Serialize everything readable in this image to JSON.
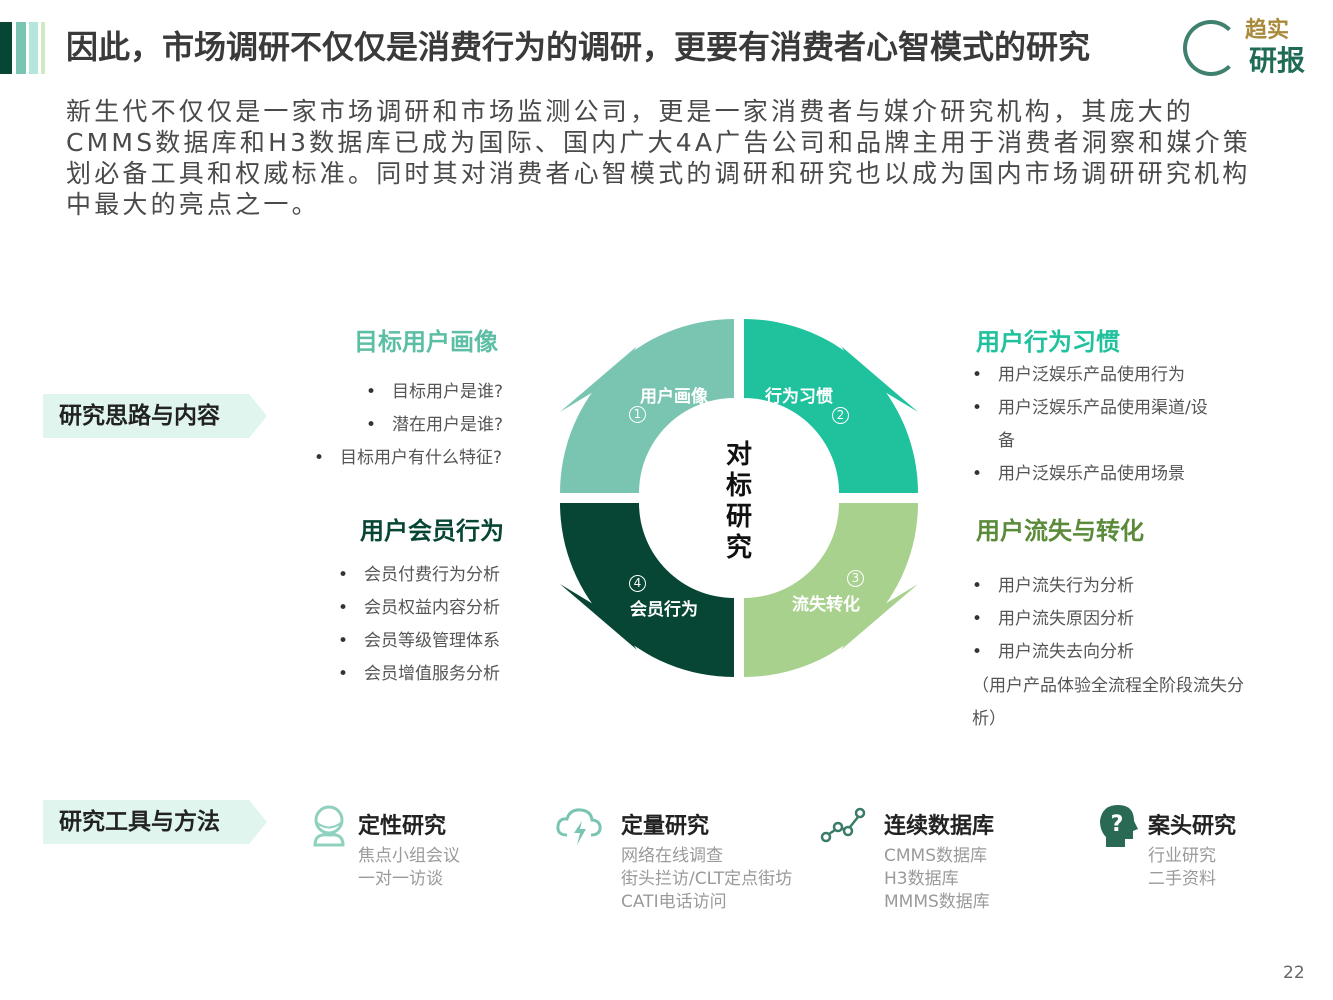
{
  "header": {
    "title": "因此，市场调研不仅仅是消费行为的调研，更要有消费者心智模式的研究",
    "logo_text": "趋实研报"
  },
  "intro": "新生代不仅仅是一家市场调研和市场监测公司，更是一家消费者与媒介研究机构，其庞大的CMMS数据库和H3数据库已成为国际、国内广大4A广告公司和品牌主用于消费者洞察和媒介策划必备工具和权威标准。同时其对消费者心智模式的调研和研究也以成为国内市场调研研究机构中最大的亮点之一。",
  "tags": {
    "research": "研究思路与内容",
    "tools": "研究工具与方法"
  },
  "center_label": [
    "对",
    "标",
    "研",
    "究"
  ],
  "segments": [
    {
      "label": "用户画像",
      "num": "1",
      "color": "#7ac5b2"
    },
    {
      "label": "行为习惯",
      "num": "2",
      "color": "#20c29e"
    },
    {
      "label": "流失转化",
      "num": "3",
      "color": "#a9d18e"
    },
    {
      "label": "会员行为",
      "num": "4",
      "color": "#074634"
    }
  ],
  "blocks": {
    "portrait": {
      "title": "目标用户画像",
      "items": [
        "目标用户是谁?",
        "潜在用户是谁?",
        "目标用户有什么特征?"
      ]
    },
    "member": {
      "title": "用户会员行为",
      "items": [
        "会员付费行为分析",
        "会员权益内容分析",
        "会员等级管理体系",
        "会员增值服务分析"
      ]
    },
    "habit": {
      "title": "用户行为习惯",
      "items": [
        "用户泛娱乐产品使用行为",
        "用户泛娱乐产品使用渠道/设备",
        "用户泛娱乐产品使用场景"
      ]
    },
    "churn": {
      "title": "用户流失与转化",
      "items": [
        "用户流失行为分析",
        "用户流失原因分析",
        "用户流失去向分析"
      ],
      "note": "（用户产品体验全流程全阶段流失分析）"
    }
  },
  "tools": [
    {
      "title": "定性研究",
      "lines": [
        "焦点小组会议",
        "一对一访谈"
      ],
      "icon": "user-icon"
    },
    {
      "title": "定量研究",
      "lines": [
        "网络在线调查",
        "街头拦访/CLT定点街坊",
        "CATI电话访问"
      ],
      "icon": "cloud-lightning-icon"
    },
    {
      "title": "连续数据库",
      "lines": [
        "CMMS数据库",
        "H3数据库",
        "MMMS数据库"
      ],
      "icon": "line-nodes-icon"
    },
    {
      "title": "案头研究",
      "lines": [
        "行业研究",
        "二手资料"
      ],
      "icon": "head-question-icon"
    }
  ],
  "page_number": "22"
}
